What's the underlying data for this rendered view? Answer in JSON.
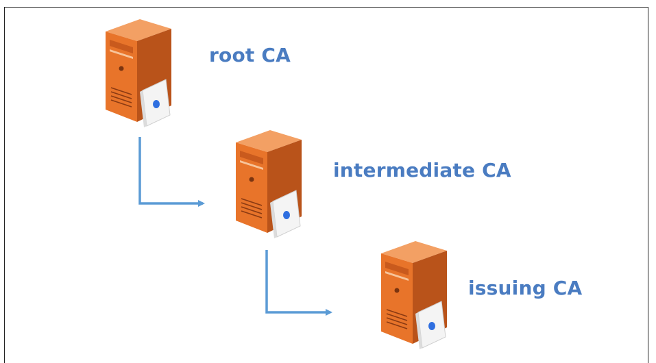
{
  "diagram": {
    "nodes": [
      {
        "id": "root",
        "label": "root CA",
        "icon": "server-certificate-icon"
      },
      {
        "id": "intermediate",
        "label": "intermediate CA",
        "icon": "server-certificate-icon"
      },
      {
        "id": "issuing",
        "label": "issuing CA",
        "icon": "server-certificate-icon"
      }
    ],
    "edges": [
      {
        "from": "root",
        "to": "intermediate"
      },
      {
        "from": "intermediate",
        "to": "issuing"
      }
    ],
    "colors": {
      "label": "#4a7cc1",
      "arrow": "#5b9bd5",
      "server_front": "#e8742a",
      "server_side": "#b9531a",
      "server_top": "#f3a064",
      "certificate": "#f4f4f4",
      "seal": "#2f6fe0"
    }
  }
}
